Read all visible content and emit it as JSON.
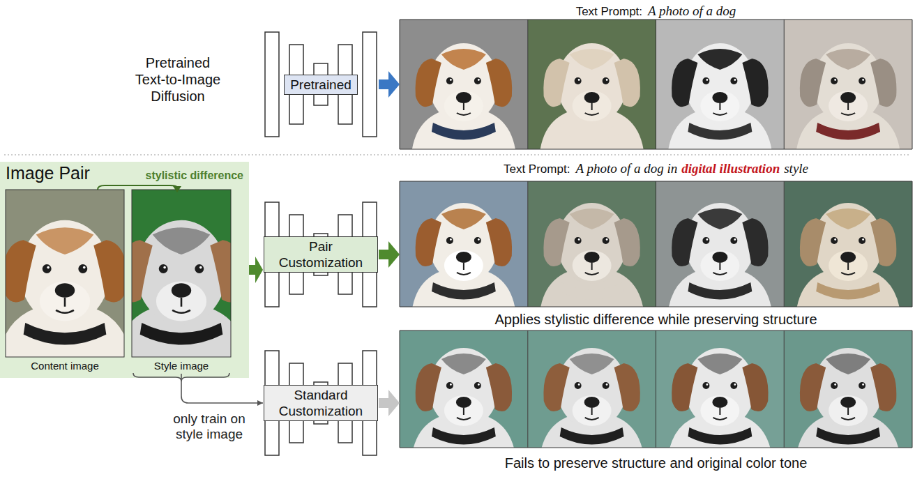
{
  "diagram": {
    "nodes": [
      {
        "text": [
          "Pretrained"
        ]
      },
      {
        "text": [
          "Text Prompt:",
          "A photo of a dog"
        ]
      },
      {
        "text": [
          "Image Pair",
          "stylistic difference"
        ]
      },
      {
        "text": [
          "Content image"
        ],
        "in": 2
      },
      {
        "text": [
          "Style image"
        ],
        "in": 2
      },
      {
        "text": [
          "Pair Customization"
        ]
      },
      {
        "text": [
          "Text Prompt:",
          "A photo of a dog in",
          "digital illustration",
          "style",
          "Applies stylistic difference while preserving structure"
        ]
      },
      {
        "text": [
          "Standard Customization"
        ]
      },
      {
        "text": [
          "Fails to preserve structure and original color tone"
        ]
      }
    ],
    "edges": [
      {
        "from": 0,
        "to": 1,
        "arrow": "to"
      },
      {
        "from": 2,
        "to": 5,
        "arrow": "to"
      },
      {
        "from": 5,
        "to": 6,
        "arrow": "to"
      },
      {
        "from": 4,
        "to": 7,
        "label": "only train on style image",
        "arrow": "to"
      },
      {
        "from": 7,
        "to": 8,
        "arrow": "to"
      }
    ],
    "labels": [
      "Pretrained Text-to-Image Diffusion"
    ]
  }
}
